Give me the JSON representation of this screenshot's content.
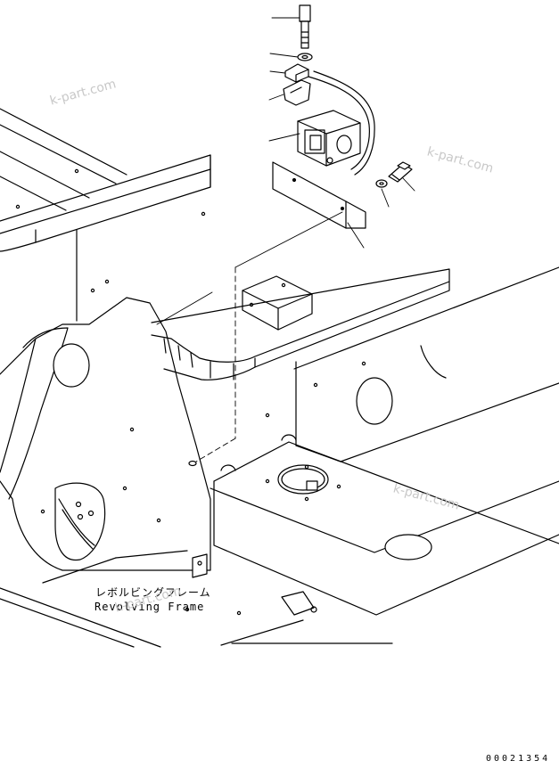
{
  "labels": {
    "frame_name_jp": "レボルビングフレーム",
    "frame_name_en": "Revolving Frame",
    "drawing_number": "00021354"
  },
  "watermark": {
    "text": "k-part.com",
    "color": "#c8c8c8"
  },
  "colors": {
    "line": "#000000",
    "background": "#ffffff"
  },
  "parts": [
    "bolt",
    "washer",
    "clamp",
    "bracket",
    "relay-box",
    "mounting-plate",
    "harness",
    "bolt-small",
    "washer-small"
  ]
}
